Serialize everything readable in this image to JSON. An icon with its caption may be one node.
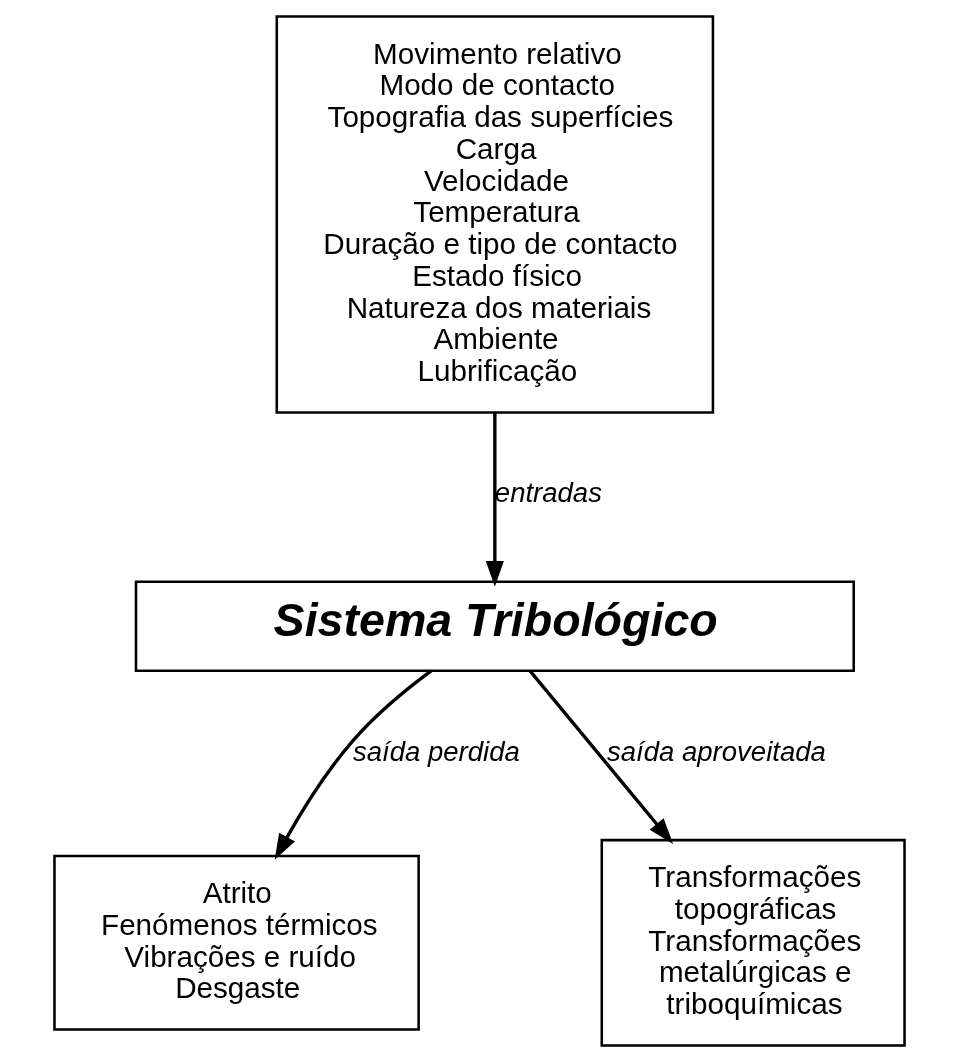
{
  "diagram": {
    "nodes": [
      {
        "text": [
          "Movimento relativo",
          "Modo de contacto",
          "Topografia das superfícies",
          "Carga",
          "Velocidade",
          "Temperatura",
          "Duração e tipo de contacto",
          "Estado físico",
          "Natureza dos materiais",
          "Ambiente",
          "Lubrificação"
        ]
      },
      {
        "text": [
          "Sistema Tribológico"
        ]
      },
      {
        "text": [
          "Atrito",
          "Fenómenos térmicos",
          "Vibrações e ruído",
          "Desgaste"
        ]
      },
      {
        "text": [
          "Transformações topográficas",
          "Transformações metalúrgicas e triboquímicas"
        ]
      }
    ],
    "edges": [
      {
        "from": 0,
        "to": 1,
        "arrow": "to",
        "label": "entradas"
      },
      {
        "from": 1,
        "to": 2,
        "arrow": "to",
        "label": "saída perdida"
      },
      {
        "from": 1,
        "to": 3,
        "arrow": "to",
        "label": "saída aproveitada"
      }
    ]
  }
}
